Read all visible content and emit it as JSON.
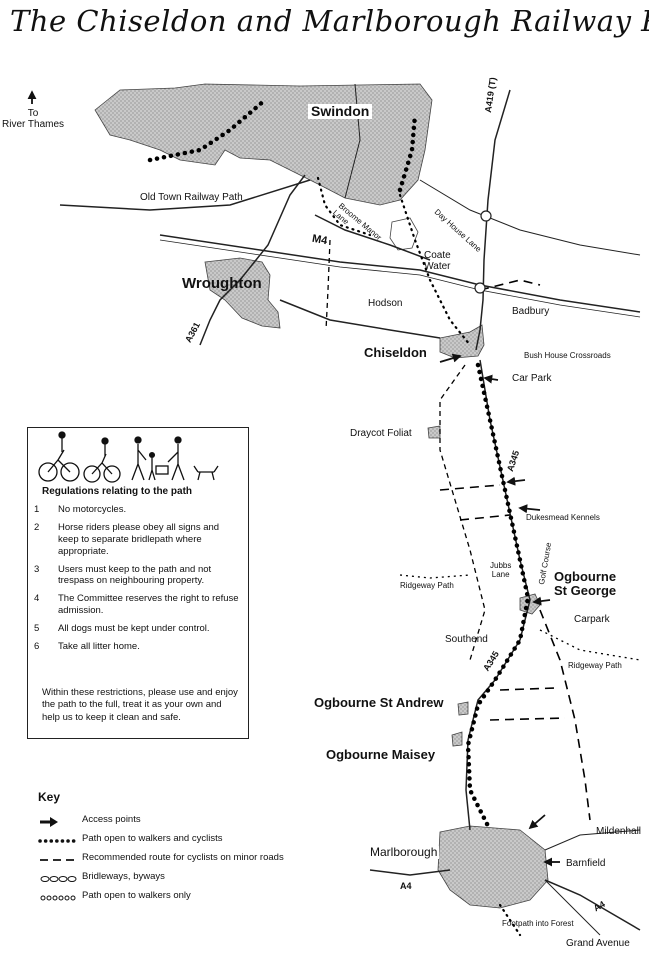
{
  "title": "The Chiseldon and Marlborough Railway Path",
  "places": {
    "swindon": "Swindon",
    "wroughton": "Wroughton",
    "chiseldon": "Chiseldon",
    "ogbourne_st_george": "Ogbourne\nSt George",
    "ogbourne_st_andrew": "Ogbourne St Andrew",
    "ogbourne_maisey": "Ogbourne Maisey",
    "marlborough": "Marlborough",
    "coate_water": "Coate\nWater",
    "hodson": "Hodson",
    "badbury": "Badbury",
    "draycot_foliat": "Draycot Foliat",
    "southend": "Southend",
    "barnfield": "Barnfield",
    "mildenhall": "Mildenhall",
    "grand_avenue": "Grand Avenue"
  },
  "labels": {
    "to_river_thames": "To\nRiver Thames",
    "old_town_railway_path": "Old Town Railway Path",
    "broome_manor_lane": "Broome Manor\nLane",
    "day_house_lane": "Day House Lane",
    "bush_house_crossroads": "Bush House Crossroads",
    "car_park": "Car Park",
    "dukesmead_kennels": "Dukesmead Kennels",
    "jubbs_lane": "Jubbs\nLane",
    "golf_course": "Golf Course",
    "carpark": "Carpark",
    "ridgeway_path_west": "Ridgeway Path",
    "ridgeway_path_east": "Ridgeway Path",
    "footpath_into_forest": "Footpath into Forest"
  },
  "roads": {
    "m4": "M4",
    "a419": "A419 (T)",
    "a361": "A361",
    "a345_north": "A345",
    "a345_south": "A345",
    "a4_west": "A4",
    "a4_east": "A4"
  },
  "regulations": {
    "heading": "Regulations relating to the path",
    "items": [
      {
        "num": "1",
        "text": "No motorcycles."
      },
      {
        "num": "2",
        "text": "Horse riders please obey all signs and keep to separate bridlepath where appropriate."
      },
      {
        "num": "3",
        "text": "Users must keep to the path and not trespass on neighbouring property."
      },
      {
        "num": "4",
        "text": "The Committee reserves the right to refuse admission."
      },
      {
        "num": "5",
        "text": "All dogs must be kept under control."
      },
      {
        "num": "6",
        "text": "Take all litter home."
      }
    ],
    "footer": "Within these restrictions, please use and enjoy the path to the full, treat it as your own and help us to keep it clean and safe."
  },
  "key": {
    "title": "Key",
    "items": [
      {
        "symbol": "arrow",
        "label": "Access points"
      },
      {
        "symbol": "dots",
        "label": "Path open to walkers and cyclists"
      },
      {
        "symbol": "dashes",
        "label": "Recommended route for cyclists on minor roads"
      },
      {
        "symbol": "bridleway",
        "label": "Bridleways, byways"
      },
      {
        "symbol": "circles",
        "label": "Path open to walkers only"
      }
    ]
  }
}
